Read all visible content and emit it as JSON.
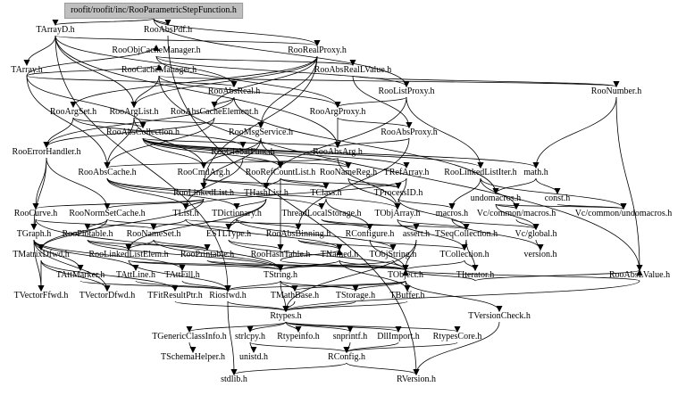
{
  "graph": {
    "root": "roofit/roofit/inc/RooParametricStepFunction.h",
    "nodes": [
      "TArrayD.h",
      "RooAbsPdf.h",
      "TArray.h",
      "RooObjCacheManager.h",
      "RooRealProxy.h",
      "RooCacheManager.h",
      "RooAbsRealLValue.h",
      "RooNumber.h",
      "RooAbsReal.h",
      "RooListProxy.h",
      "RooArgSet.h",
      "RooArgList.h",
      "RooAbsCacheElement.h",
      "RooArgProxy.h",
      "RooAbsCollection.h",
      "RooMsgService.h",
      "RooAbsProxy.h",
      "RooErrorHandler.h",
      "RooGlobalFunc.h",
      "RooAbsArg.h",
      "RooAbsCache.h",
      "RooCmdArg.h",
      "RooRefCountList.h",
      "RooNameReg.h",
      "TRefArray.h",
      "RooLinkedListIter.h",
      "math.h",
      "RooLinkedList.h",
      "THashList.h",
      "TClass.h",
      "TProcessID.h",
      "undomacros.h",
      "const.h",
      "RooCurve.h",
      "RooNormSetCache.h",
      "TList.h",
      "TDictionary.h",
      "ThreadLocalStorage.h",
      "TObjArray.h",
      "macros.h",
      "Vc/common/macros.h",
      "Vc/common/undomacros.h",
      "TGraph.h",
      "RooPlotable.h",
      "RooNameSet.h",
      "ESTLType.h",
      "RooAbsBinning.h",
      "RConfigure.h",
      "assert.h",
      "TSeqCollection.h",
      "Vc/global.h",
      "TMatrixDfwd.h",
      "RooLinkedListElem.h",
      "RooPrintable.h",
      "RooHashTable.h",
      "TNamed.h",
      "TObjString.h",
      "TCollection.h",
      "version.h",
      "TAttMarker.h",
      "TAttLine.h",
      "TAttFill.h",
      "TString.h",
      "TObject.h",
      "TIterator.h",
      "RooAbsLValue.h",
      "TVectorFfwd.h",
      "TVectorDfwd.h",
      "TFitResultPtr.h",
      "Riosfwd.h",
      "TMathBase.h",
      "TStorage.h",
      "TBuffer.h",
      "Rtypes.h",
      "TVersionCheck.h",
      "TGenericClassInfo.h",
      "strlcpy.h",
      "Rtypeinfo.h",
      "snprintf.h",
      "DllImport.h",
      "RtypesCore.h",
      "TSchemaHelper.h",
      "unistd.h",
      "RConfig.h",
      "stdlib.h",
      "RVersion.h"
    ]
  }
}
